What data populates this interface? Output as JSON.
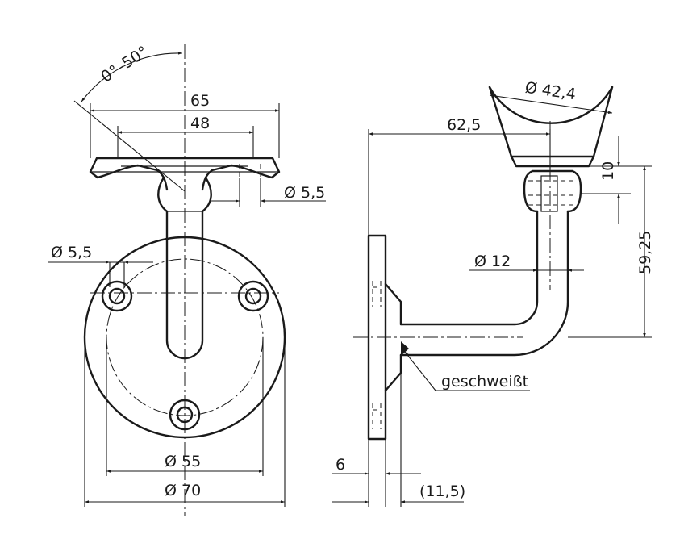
{
  "front_view": {
    "angle_label": "0°–50°",
    "dim_65": "65",
    "dim_48": "48",
    "dim_d55_top": "Ø 5,5",
    "dim_d55_left": "Ø 5,5",
    "dim_d55_bottom": "Ø 55",
    "dim_d70": "Ø 70"
  },
  "side_view": {
    "dim_d424": "Ø 42,4",
    "dim_625": "62,5",
    "dim_10": "10",
    "dim_5925": "59,25",
    "dim_d12": "Ø 12",
    "dim_6": "6",
    "dim_115": "(11,5)",
    "weld_label": "geschweißt"
  }
}
